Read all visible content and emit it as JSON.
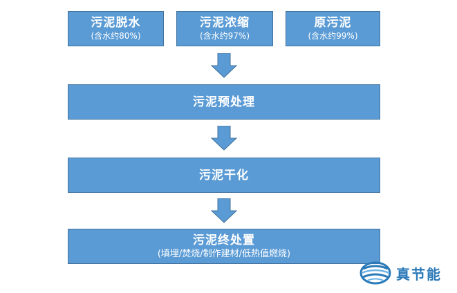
{
  "sources": [
    {
      "title": "污泥脱水",
      "sub": "(含水约80%)"
    },
    {
      "title": "污泥浓缩",
      "sub": "(含水约97%)"
    },
    {
      "title": "原污泥",
      "sub": "(含水约99%)"
    }
  ],
  "steps": [
    {
      "title": "污泥预处理"
    },
    {
      "title": "污泥干化"
    },
    {
      "title": "污泥终处置",
      "sub": "(填埋/焚烧/制作建材/低热值燃烧)"
    }
  ],
  "logo": {
    "text": "真节能"
  },
  "colors": {
    "box_fill": "#5b9bd5",
    "box_border": "#41719c",
    "logo_blue": "#2a79b8"
  }
}
